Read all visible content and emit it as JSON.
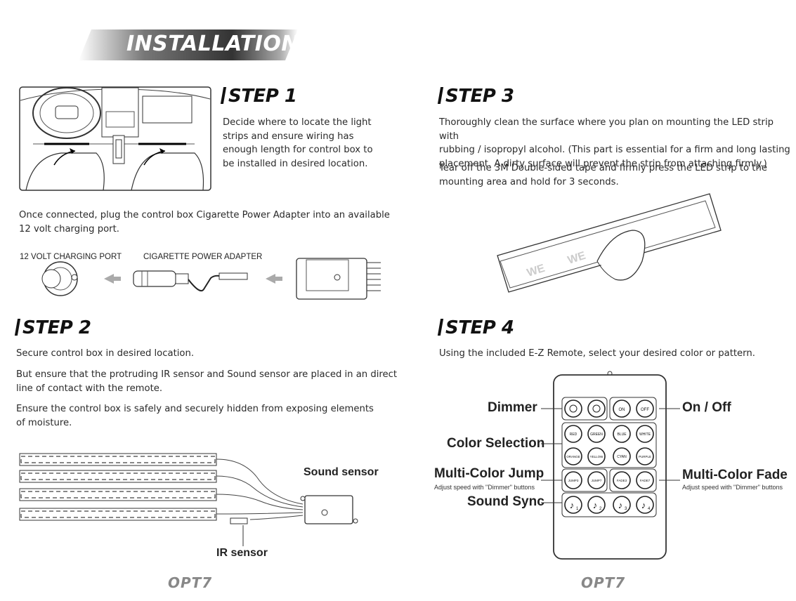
{
  "header": {
    "title": "INSTALLATION"
  },
  "step1": {
    "heading": "STEP 1",
    "text_lines": [
      "Decide where to locate the light",
      "strips and ensure wiring has",
      "enough length for control box to",
      "be installed in desired location."
    ]
  },
  "power": {
    "text_lines": [
      "Once connected, plug the control box Cigarette Power Adapter into an available",
      "12 volt charging port."
    ],
    "port_label": "12 VOLT CHARGING PORT",
    "adapter_label": "CIGARETTE POWER ADAPTER"
  },
  "step2": {
    "heading": "STEP 2",
    "p1": "Secure control box in desired location.",
    "p2_lines": [
      "But ensure that the protruding IR sensor and Sound sensor are placed in an direct",
      "line of contact with the remote."
    ],
    "p3_lines": [
      "Ensure the control box is safely and securely hidden from exposing elements",
      "of moisture."
    ],
    "sound_sensor_label": "Sound sensor",
    "ir_sensor_label": "IR sensor"
  },
  "step3": {
    "heading": "STEP 3",
    "p1_lines": [
      "Thoroughly clean the surface where you plan on mounting the LED strip with",
      "rubbing / isopropyl alcohol. (This part is essential for a firm and long lasting",
      "placement. A dirty surface will prevent the strip from attaching firmly.)"
    ],
    "p2_lines": [
      "Tear off the 3M Double-sided tape and firmly press the LED strip to the",
      "mounting area and hold for 3 seconds."
    ]
  },
  "step4": {
    "heading": "STEP 4",
    "text": "Using the included E-Z Remote, select your desired color or pattern.",
    "callouts": {
      "dimmer": "Dimmer",
      "on_off": "On / Off",
      "color_selection": "Color Selection",
      "jump": "Multi-Color Jump",
      "jump_sub": "Adjust speed with \"Dimmer\" buttons",
      "fade": "Multi-Color Fade",
      "fade_sub": "Adjust speed with \"Dimmer\" buttons",
      "sound_sync": "Sound Sync"
    },
    "remote_buttons": {
      "on": "ON",
      "off": "OFF",
      "red": "RED",
      "green": "GREEN",
      "blue": "BLUE",
      "white": "WHITE",
      "orange": "ORANGE",
      "yellow": "YELLOW",
      "cyan": "CYAN",
      "purple": "PURPLE",
      "jump3": "JUMP3",
      "jump7": "JUMP7",
      "fade3": "FADE3",
      "fade7": "FADE7",
      "sound": [
        "1",
        "2",
        "3",
        "4"
      ]
    }
  },
  "footer": {
    "logo_left": "OPT7",
    "logo_right": "OPT7"
  }
}
